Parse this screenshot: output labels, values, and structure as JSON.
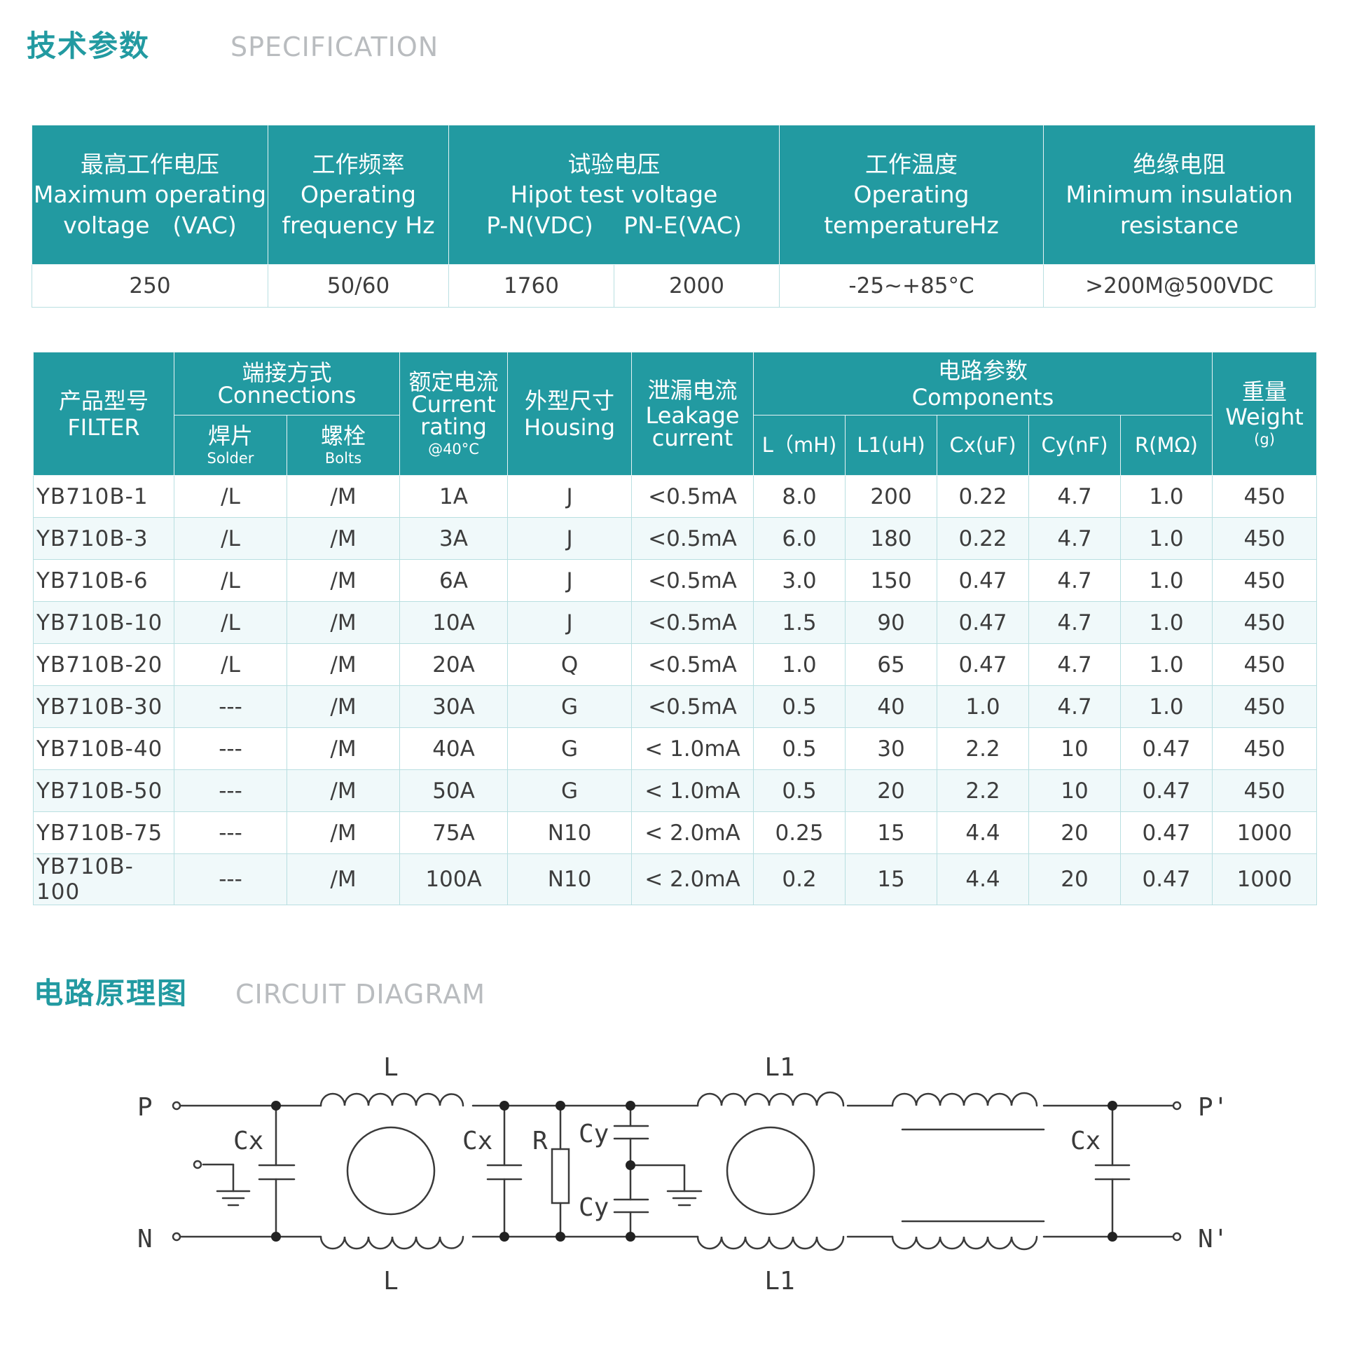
{
  "spec_section": {
    "title_cn": "技术参数",
    "title_en": "SPECIFICATION"
  },
  "spec_table": {
    "headers": [
      {
        "cn": "最高工作电压",
        "en1": "Maximum operating",
        "en2": "voltage　(VAC)"
      },
      {
        "cn": "工作频率",
        "en1": "Operating",
        "en2": "frequency Hz"
      },
      {
        "cn": "试验电压",
        "en1": "Hipot test voltage",
        "en2": "P-N(VDC)　 PN-E(VAC)"
      },
      {
        "cn": "工作温度",
        "en1": "Operating",
        "en2": "temperatureHz"
      },
      {
        "cn": "绝缘电阻",
        "en1": "Minimum insulation",
        "en2": "resistance"
      }
    ],
    "values": [
      "250",
      "50/60",
      "1760",
      "2000",
      "-25~+85°C",
      ">200M@500VDC"
    ]
  },
  "product_table": {
    "headers": {
      "model": {
        "cn": "产品型号",
        "en": "FILTER"
      },
      "connections": {
        "cn": "端接方式",
        "en": "Connections"
      },
      "solder": {
        "cn": "焊片",
        "en": "Solder"
      },
      "bolts": {
        "cn": "螺栓",
        "en": "Bolts"
      },
      "current": {
        "cn": "额定电流",
        "en1": "Current",
        "en2": "rating",
        "en3": "@40°C"
      },
      "housing": {
        "cn": "外型尺寸",
        "en": "Housing"
      },
      "leakage": {
        "cn": "泄漏电流",
        "en1": "Leakage",
        "en2": "current"
      },
      "components": {
        "cn": "电路参数",
        "en": "Components"
      },
      "l": "L（mH)",
      "l1": "L1(uH)",
      "cx": "Cx(uF)",
      "cy": "Cy(nF)",
      "r": "R(MΩ)",
      "weight": {
        "cn": "重量",
        "en": "Weight",
        "unit": "(g)"
      }
    },
    "rows": [
      [
        "YB710B-1",
        "/L",
        "/M",
        "1A",
        "J",
        "<0.5mA",
        "8.0",
        "200",
        "0.22",
        "4.7",
        "1.0",
        "450"
      ],
      [
        "YB710B-3",
        "/L",
        "/M",
        "3A",
        "J",
        "<0.5mA",
        "6.0",
        "180",
        "0.22",
        "4.7",
        "1.0",
        "450"
      ],
      [
        "YB710B-6",
        "/L",
        "/M",
        "6A",
        "J",
        "<0.5mA",
        "3.0",
        "150",
        "0.47",
        "4.7",
        "1.0",
        "450"
      ],
      [
        "YB710B-10",
        "/L",
        "/M",
        "10A",
        "J",
        "<0.5mA",
        "1.5",
        "90",
        "0.47",
        "4.7",
        "1.0",
        "450"
      ],
      [
        "YB710B-20",
        "/L",
        "/M",
        "20A",
        "Q",
        "<0.5mA",
        "1.0",
        "65",
        "0.47",
        "4.7",
        "1.0",
        "450"
      ],
      [
        "YB710B-30",
        "---",
        "/M",
        "30A",
        "G",
        "<0.5mA",
        "0.5",
        "40",
        "1.0",
        "4.7",
        "1.0",
        "450"
      ],
      [
        "YB710B-40",
        "---",
        "/M",
        "40A",
        "G",
        "< 1.0mA",
        "0.5",
        "30",
        "2.2",
        "10",
        "0.47",
        "450"
      ],
      [
        "YB710B-50",
        "---",
        "/M",
        "50A",
        "G",
        "< 1.0mA",
        "0.5",
        "20",
        "2.2",
        "10",
        "0.47",
        "450"
      ],
      [
        "YB710B-75",
        "---",
        "/M",
        "75A",
        "N10",
        "< 2.0mA",
        "0.25",
        "15",
        "4.4",
        "20",
        "0.47",
        "1000"
      ],
      [
        "YB710B-100",
        "---",
        "/M",
        "100A",
        "N10",
        "< 2.0mA",
        "0.2",
        "15",
        "4.4",
        "20",
        "0.47",
        "1000"
      ]
    ]
  },
  "circuit_section": {
    "title_cn": "电路原理图",
    "title_en": "CIRCUIT DIAGRAM"
  },
  "circuit_labels": {
    "p": "P",
    "n": "N",
    "p_out": "P'",
    "n_out": "N'",
    "l_top": "L",
    "l_bottom": "L",
    "l1_top": "L1",
    "l1_bottom": "L1",
    "cx": "Cx",
    "r": "R",
    "cy": "Cy"
  },
  "colors": {
    "accent": "#229aa1",
    "title_gray": "#b9bcbf",
    "row_alt": "#f0f9fa"
  }
}
